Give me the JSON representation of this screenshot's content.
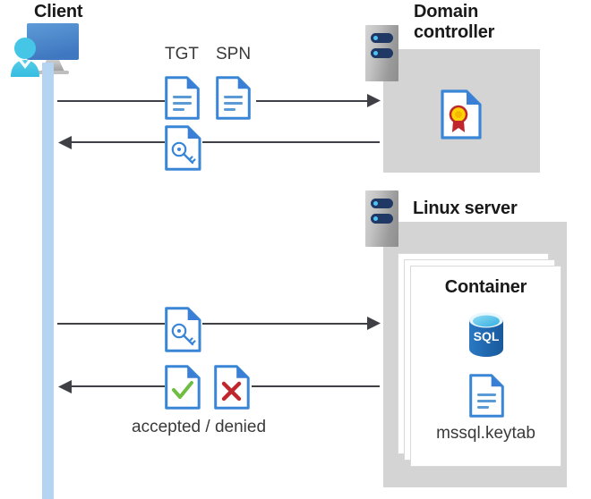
{
  "diagram": {
    "title": "Kerberos authentication flow between a client, a domain controller and SQL Server in a Linux container",
    "type": "sequence-architecture-diagram"
  },
  "actors": {
    "client": {
      "label": "Client",
      "icon": "user-at-monitor-icon"
    },
    "domain_controller": {
      "label_line1": "Domain",
      "label_line2": "controller",
      "icon": "server-rack-icon",
      "contents": [
        {
          "name": "certificate-icon",
          "label": ""
        }
      ]
    },
    "linux_server": {
      "label": "Linux server",
      "icon": "server-rack-icon",
      "container": {
        "label": "Container",
        "items": [
          {
            "name": "sql-database-icon",
            "label": "SQL"
          },
          {
            "name": "keytab-file-icon",
            "label": "mssql.keytab"
          }
        ]
      }
    }
  },
  "messages": [
    {
      "id": "request-tgt-spn",
      "direction": "right",
      "artifacts": [
        {
          "name": "tgt-document-icon",
          "label": "TGT"
        },
        {
          "name": "spn-document-icon",
          "label": "SPN"
        }
      ]
    },
    {
      "id": "issue-ticket",
      "direction": "left",
      "artifacts": [
        {
          "name": "key-document-icon",
          "label": ""
        }
      ]
    },
    {
      "id": "present-ticket",
      "direction": "right",
      "artifacts": [
        {
          "name": "key-document-icon",
          "label": ""
        }
      ]
    },
    {
      "id": "auth-result",
      "direction": "left",
      "caption": "accepted / denied",
      "artifacts": [
        {
          "name": "accepted-document-icon",
          "label": ""
        },
        {
          "name": "denied-document-icon",
          "label": ""
        }
      ]
    }
  ],
  "colors": {
    "accent_blue": "#2d7dd2",
    "doc_blue": "#3e8ede",
    "doc_fold_blue": "#3a7fd5",
    "lifeline_blue": "#b5d4f2",
    "host_grey": "#d4d4d4",
    "line_dark": "#3f3f46",
    "check_green": "#6fbe44",
    "cross_red": "#c0272d",
    "cert_yellow": "#ffd400",
    "cert_ribbon_red": "#c0272d",
    "sql_blue": "#1f69b0",
    "sql_top_blue": "#4fc3ea",
    "title_black": "#191919"
  }
}
